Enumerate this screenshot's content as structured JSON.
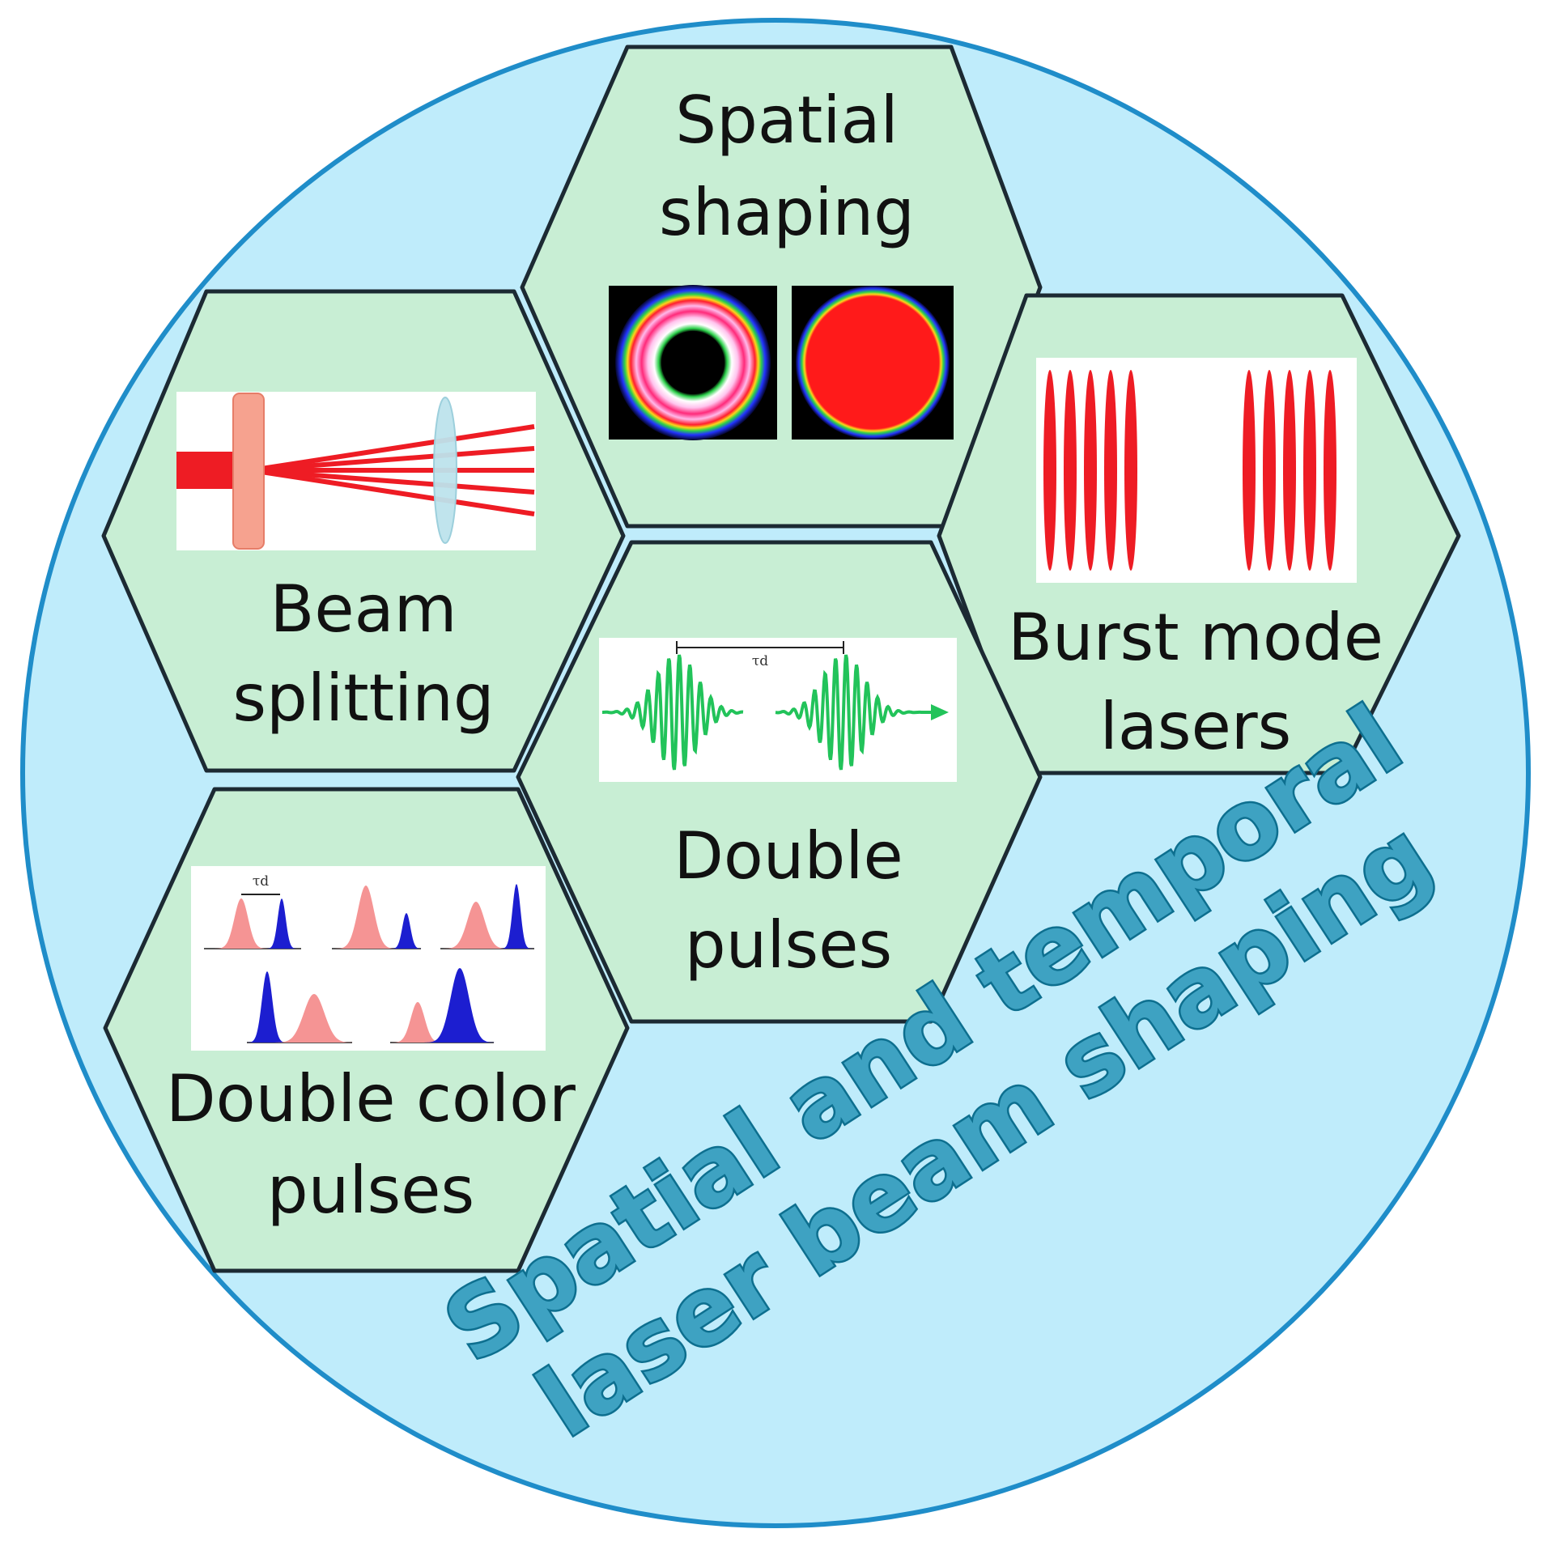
{
  "circle": {
    "fill": "#bfecfb",
    "stroke": "#1f8dc9"
  },
  "hexagons": {
    "spatial_shaping": {
      "line1": "Spatial",
      "line2": "shaping"
    },
    "beam_splitting": {
      "line1": "Beam",
      "line2": "splitting"
    },
    "burst_mode": {
      "line1": "Burst mode",
      "line2": "lasers"
    },
    "double_pulses": {
      "line1": "Double",
      "line2": "pulses",
      "delay_label": "τd"
    },
    "double_color": {
      "line1": "Double color",
      "line2": "pulses",
      "delay_label": "τd"
    }
  },
  "title": {
    "line1": "Spatial and temporal",
    "line2": "laser beam shaping",
    "color": "#3ea2c2"
  },
  "colors": {
    "hex_fill": "#c8eed4",
    "red_beam": "#ee1c24",
    "green_pulse": "#22c35a",
    "pink_pulse": "#f59494",
    "blue_pulse": "#1c1ed0"
  }
}
